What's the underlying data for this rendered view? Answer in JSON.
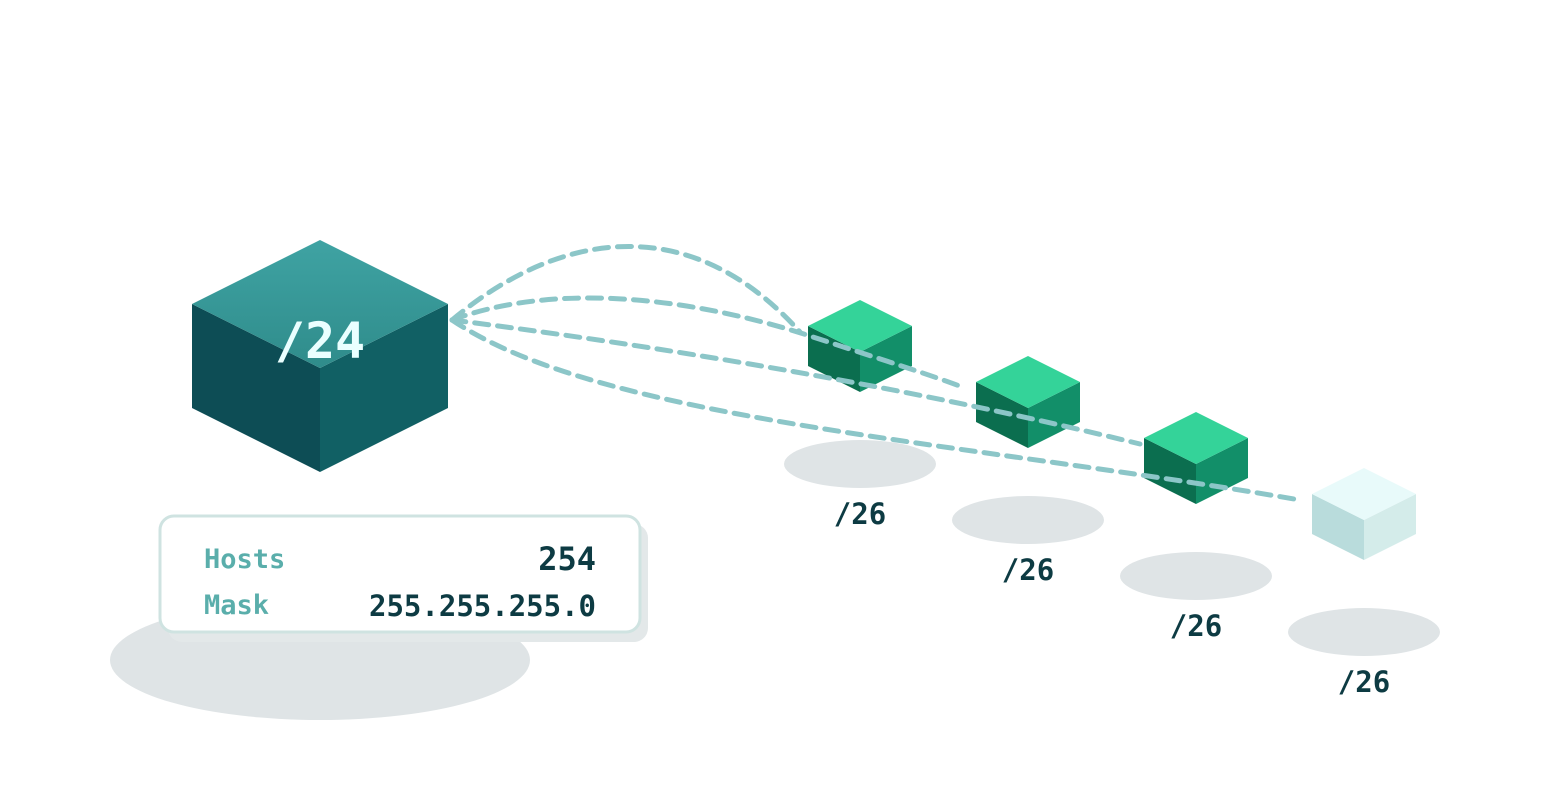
{
  "main_block": {
    "label": "/24",
    "colors": {
      "top_start": "#3fa3a3",
      "top_end": "#2f8c8b",
      "left": "#0d4d55",
      "right": "#116064",
      "label": "#eaffff"
    }
  },
  "info_card": {
    "rows": [
      {
        "label": "Hosts",
        "value": "254"
      },
      {
        "label": "Mask",
        "value": "255.255.255.0"
      }
    ],
    "colors": {
      "label": "#5aaeab",
      "value": "#0d3b43",
      "border": "#cfe3e1"
    }
  },
  "subnets": [
    {
      "label": "/26",
      "style": "filled"
    },
    {
      "label": "/26",
      "style": "filled"
    },
    {
      "label": "/26",
      "style": "filled"
    },
    {
      "label": "/26",
      "style": "faded"
    }
  ],
  "colors": {
    "cube_top": "#34d399",
    "cube_left": "#0b6e4f",
    "cube_right": "#128f69",
    "faded_top": "#e8fafa",
    "faded_left": "#b9dcdc",
    "faded_right": "#d4ecea",
    "shadow": "#dfe4e6",
    "link": "#8cc6c8",
    "subnet_label": "#0d3b43"
  }
}
